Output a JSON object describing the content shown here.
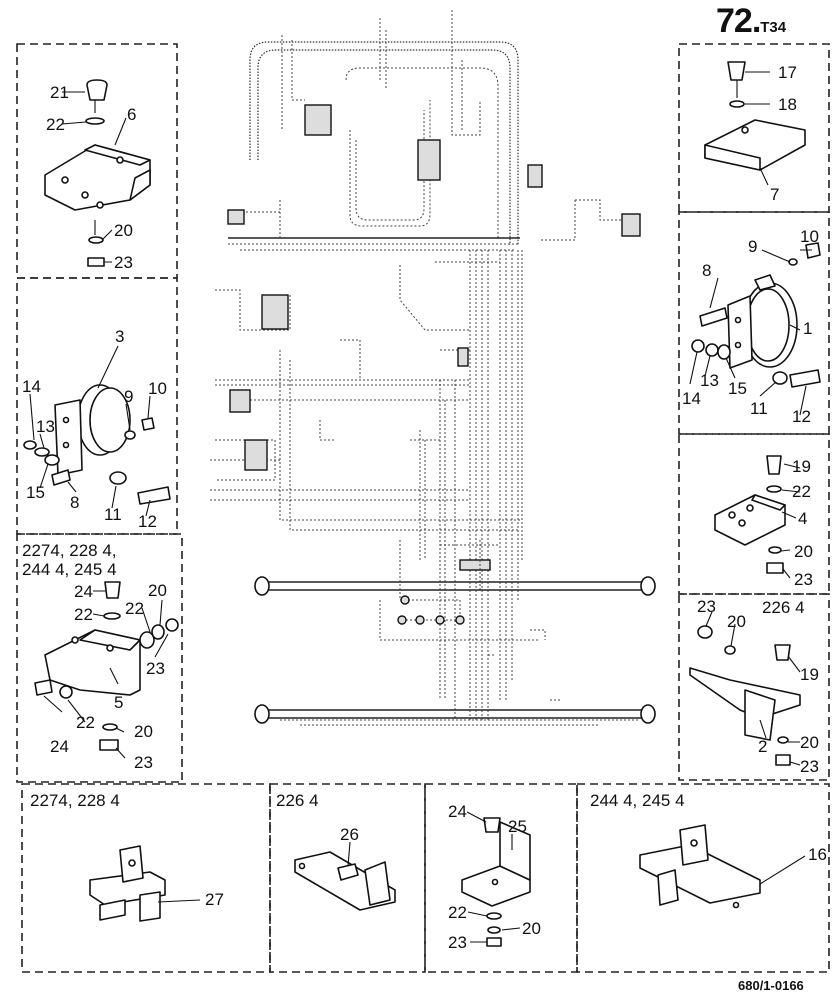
{
  "header": {
    "title_main": "72.",
    "title_suffix": "T34"
  },
  "footer": {
    "code": "680/1-0166"
  },
  "groups": {
    "g_2274_2284_2444_2454": {
      "line1": "2274, 228 4,",
      "line2": "244 4, 245 4"
    },
    "g_2264_right": "226 4",
    "g_2274_2284": "2274, 228 4",
    "g_2264_bottom": "226 4",
    "g_2444_2454": "244 4, 245 4"
  },
  "callouts": {
    "box1": [
      "21",
      "22",
      "6",
      "20",
      "23"
    ],
    "box2": [
      "3",
      "14",
      "13",
      "9",
      "10",
      "15",
      "8",
      "11",
      "12"
    ],
    "box3": [
      "24",
      "22",
      "20",
      "22",
      "23",
      "5",
      "24",
      "22",
      "20",
      "23"
    ],
    "box_r1": [
      "17",
      "18",
      "7"
    ],
    "box_r2": [
      "10",
      "9",
      "8",
      "1",
      "14",
      "13",
      "15",
      "11",
      "12"
    ],
    "box_r3": [
      "19",
      "22",
      "4",
      "20",
      "23"
    ],
    "box_r4": [
      "23",
      "20",
      "19",
      "2",
      "20",
      "23"
    ],
    "box_b1": [
      "27"
    ],
    "box_b2": [
      "26"
    ],
    "box_b3": [
      "24",
      "25",
      "22",
      "20",
      "23"
    ],
    "box_b4": [
      "16"
    ]
  }
}
